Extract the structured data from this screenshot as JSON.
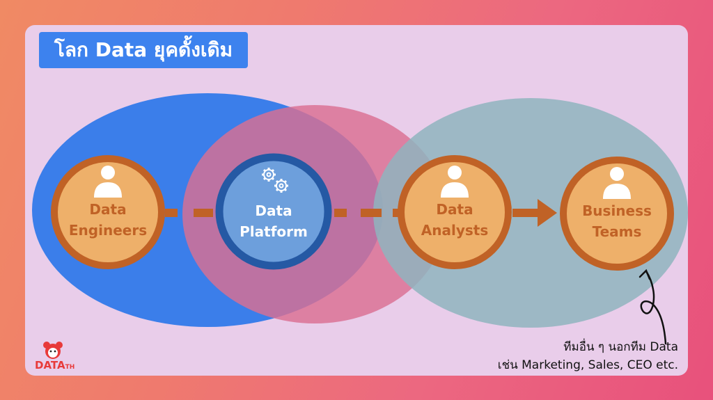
{
  "title": "โลก Data ยุคดั้งเดิม",
  "nodes": [
    {
      "line1": "Data",
      "line2": "Engineers"
    },
    {
      "line1": "Data",
      "line2": "Platform"
    },
    {
      "line1": "Data",
      "line2": "Analysts"
    },
    {
      "line1": "Business",
      "line2": "Teams"
    }
  ],
  "footnote": {
    "line1": "ทีมอื่น ๆ นอกทีม Data",
    "line2": "เช่น Marketing, Sales, CEO etc."
  },
  "logo": {
    "main": "DATA",
    "sub": "TH"
  },
  "colors": {
    "blue_ellipse": "#3b7eea",
    "pink_ellipse": "#db6f92",
    "teal_ellipse": "#8fb4be",
    "node_fill": "#eeb06a",
    "node_ring": "#c06226",
    "platform_fill": "#6d9fdc",
    "platform_ring": "#2559a4"
  }
}
